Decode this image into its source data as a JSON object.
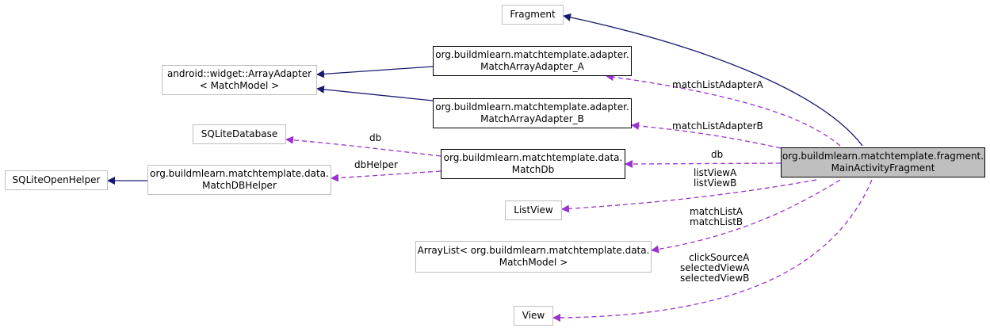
{
  "nodes": {
    "fragment": [
      "Fragment"
    ],
    "adapterA": [
      "org.buildmlearn.matchtemplate.adapter.",
      "MatchArrayAdapter_A"
    ],
    "arrayAdapter": [
      "android::widget::ArrayAdapter",
      "< MatchModel >"
    ],
    "adapterB": [
      "org.buildmlearn.matchtemplate.adapter.",
      "MatchArrayAdapter_B"
    ],
    "sqliteDb": [
      "SQLiteDatabase"
    ],
    "matchDb": [
      "org.buildmlearn.matchtemplate.data.",
      "MatchDb"
    ],
    "openHelper": [
      "SQLiteOpenHelper"
    ],
    "dbHelper": [
      "org.buildmlearn.matchtemplate.data.",
      "MatchDBHelper"
    ],
    "mainFragment": [
      "org.buildmlearn.matchtemplate.fragment.",
      "MainActivityFragment"
    ],
    "listView": [
      "ListView"
    ],
    "arrayList": [
      "ArrayList< org.buildmlearn.matchtemplate.data.",
      "MatchModel >"
    ],
    "view": [
      "View"
    ]
  },
  "edges": {
    "matchListAdapterA": [
      "matchListAdapterA"
    ],
    "matchListAdapterB": [
      "matchListAdapterB"
    ],
    "db_main": [
      "db"
    ],
    "db_helper": [
      "db"
    ],
    "dbHelper": [
      "dbHelper"
    ],
    "lists": [
      "listViewA",
      "listViewB"
    ],
    "matchLists": [
      "matchListA",
      "matchListB"
    ],
    "views": [
      "clickSourceA",
      "selectedViewA",
      "selectedViewB"
    ]
  },
  "colors": {
    "inheritance": "#191970",
    "usage": "#9a32cd",
    "node_border_external": "#bfbfbf",
    "node_border_documented": "#000000",
    "focus_fill": "#bfbfbf"
  }
}
